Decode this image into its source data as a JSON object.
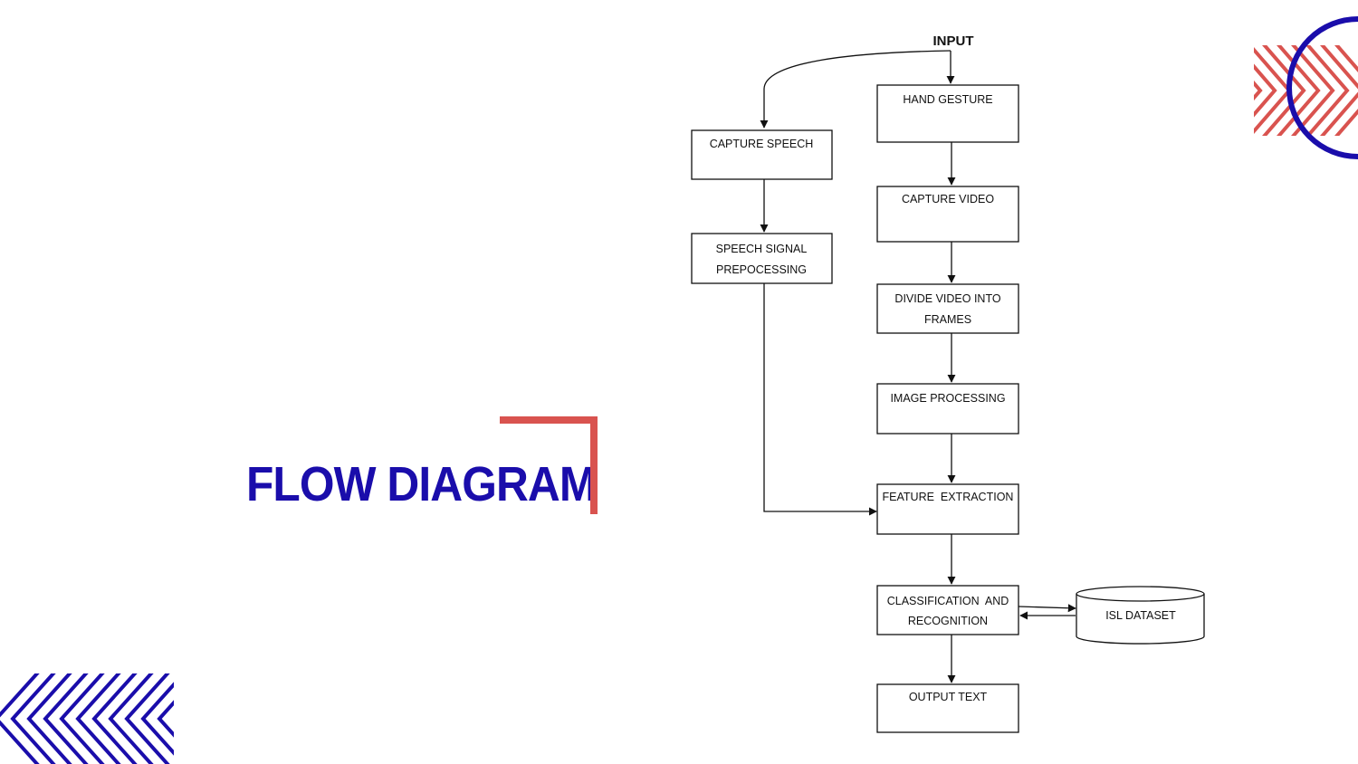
{
  "slide": {
    "title": "FLOW DIAGRAM",
    "accent_color": "#1a0dab",
    "bracket_color": "#d9534f"
  },
  "flowchart": {
    "input_label": "INPUT",
    "nodes": {
      "capture_speech": [
        "CAPTURE SPEECH"
      ],
      "speech_signal": [
        "SPEECH SIGNAL",
        "PREPOCESSING"
      ],
      "hand_gesture": [
        "HAND GESTURE"
      ],
      "capture_video": [
        "CAPTURE VIDEO"
      ],
      "divide_video": [
        "DIVIDE VIDEO INTO",
        "FRAMES"
      ],
      "image_processing": [
        "IMAGE PROCESSING"
      ],
      "feature_extraction": [
        "FEATURE  EXTRACTION"
      ],
      "classification": [
        "CLASSIFICATION  AND",
        "RECOGNITION"
      ],
      "output_text": [
        "OUTPUT TEXT"
      ],
      "isl_dataset": [
        "ISL DATASET"
      ]
    }
  },
  "decorations": {
    "top_right": "chevron-stripes-with-circle",
    "bottom_left": "chevron-stripes"
  }
}
